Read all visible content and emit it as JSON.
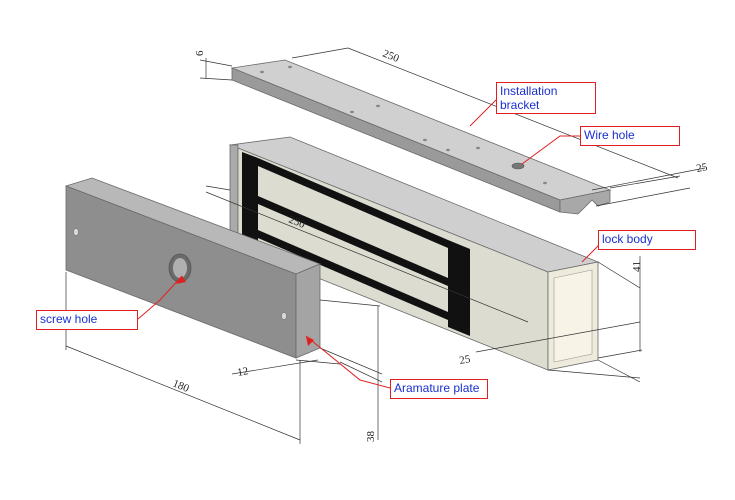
{
  "callouts": {
    "installation_bracket": "Installation\nbracket",
    "wire_hole": "Wire hole",
    "lock_body": "lock body",
    "screw_hole": "screw hole",
    "armature_plate": "Aramature plate"
  },
  "dimensions": {
    "bracket_thickness": "6",
    "bracket_length": "250",
    "bracket_width": "25",
    "body_length": "250",
    "body_height": "41",
    "body_width": "25",
    "plate_length": "180",
    "plate_thickness": "12",
    "plate_height": "38"
  },
  "colors": {
    "callout_border": "#e02020",
    "callout_text": "#1a2fd0",
    "metal_light": "#c8c8c8",
    "metal_dark": "#8a8a8a"
  }
}
